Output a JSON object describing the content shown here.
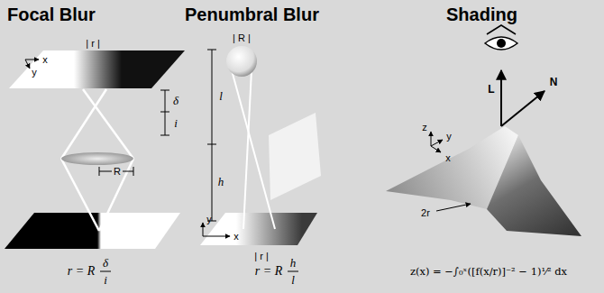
{
  "diagram": {
    "labels": [
      "Focal Blur",
      "| r |",
      "x",
      "y",
      "δ",
      "i",
      "R",
      "r = R",
      "δ",
      "i",
      "Penumbral Blur",
      "| R |",
      "l",
      "h",
      "y",
      "x",
      "| r |",
      "r = R",
      "h",
      "l",
      "Shading",
      "L",
      "N",
      "z",
      "y",
      "x",
      "2r",
      "z(x) = −∫₀ˣ([f(x/r)]⁻² − 1)¹⁄² dx"
    ]
  }
}
